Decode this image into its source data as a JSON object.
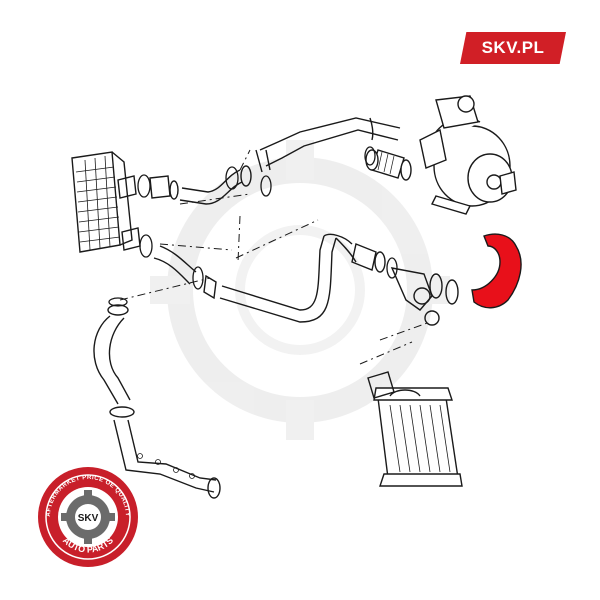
{
  "brand": {
    "site_label": "SKV.PL"
  },
  "seal": {
    "ring_text_top": "AFTERMARKET PRICE OE QUALITY",
    "ring_text_bottom": "AUTO PARTS",
    "center_text": "SKV"
  },
  "colors": {
    "brand_red": "#d11f26",
    "highlight_red": "#e8101a",
    "line": "#1a1a1a",
    "watermark": "#ededed"
  },
  "highlighted_part": "intercooler-hose"
}
